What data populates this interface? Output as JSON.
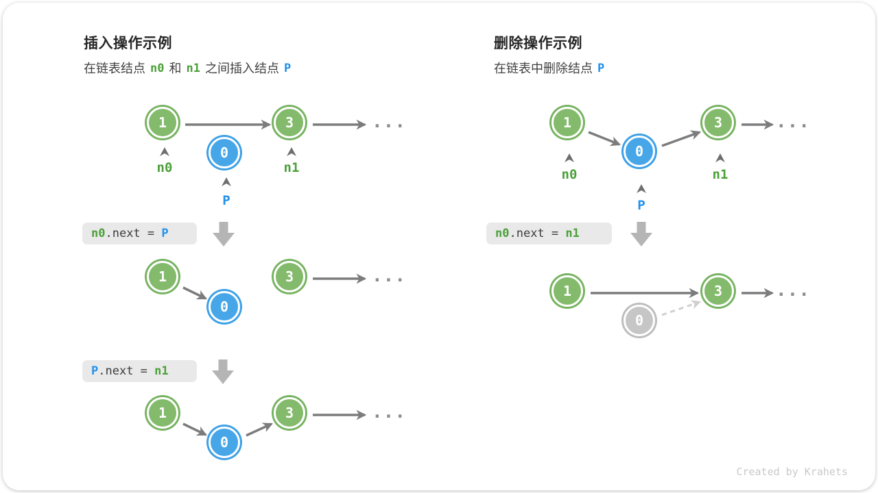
{
  "colors": {
    "node_green_fill": "#83ba6b",
    "node_green_ring": "#77b361",
    "node_blue_fill": "#47a6e8",
    "node_blue_ring": "#3da0e6",
    "node_gray_fill": "#c6c6c6",
    "arrow_gray": "#7c7c7c",
    "arrow_dashed_gray": "#cfcfcf",
    "block_arrow_gray": "#b5b5b5",
    "token_green": "#4aa038",
    "token_blue": "#2090ea",
    "code_bg": "#e9e9e9",
    "footer_gray": "#c9c9c9"
  },
  "insert": {
    "title": "插入操作示例",
    "subtitle": {
      "pre": "在链表结点",
      "n0": "n0",
      "and": "和",
      "n1": "n1",
      "post": "之间插入结点",
      "p": "P"
    },
    "d1": {
      "node1": "1",
      "node0": "0",
      "node3": "3",
      "label_n0": "n0",
      "label_n1": "n1",
      "label_p": "P",
      "ellipsis": "..."
    },
    "code1": {
      "lhs": "n0",
      "mid": ".next = ",
      "rhs": "P"
    },
    "d2": {
      "node1": "1",
      "node0": "0",
      "node3": "3",
      "ellipsis": "..."
    },
    "code2": {
      "lhs": "P",
      "mid": ".next = ",
      "rhs": "n1"
    },
    "d3": {
      "node1": "1",
      "node0": "0",
      "node3": "3",
      "ellipsis": "..."
    }
  },
  "delete": {
    "title": "删除操作示例",
    "subtitle": {
      "pre": "在链表中删除结点",
      "p": "P"
    },
    "d1": {
      "node1": "1",
      "node0": "0",
      "node3": "3",
      "label_n0": "n0",
      "label_n1": "n1",
      "label_p": "P",
      "ellipsis": "..."
    },
    "code1": {
      "lhs": "n0",
      "mid": ".next = ",
      "rhs": "n1"
    },
    "d2": {
      "node1": "1",
      "node0": "0",
      "node3": "3",
      "ellipsis": "..."
    }
  },
  "footer": {
    "credit": "Created by Krahets"
  }
}
